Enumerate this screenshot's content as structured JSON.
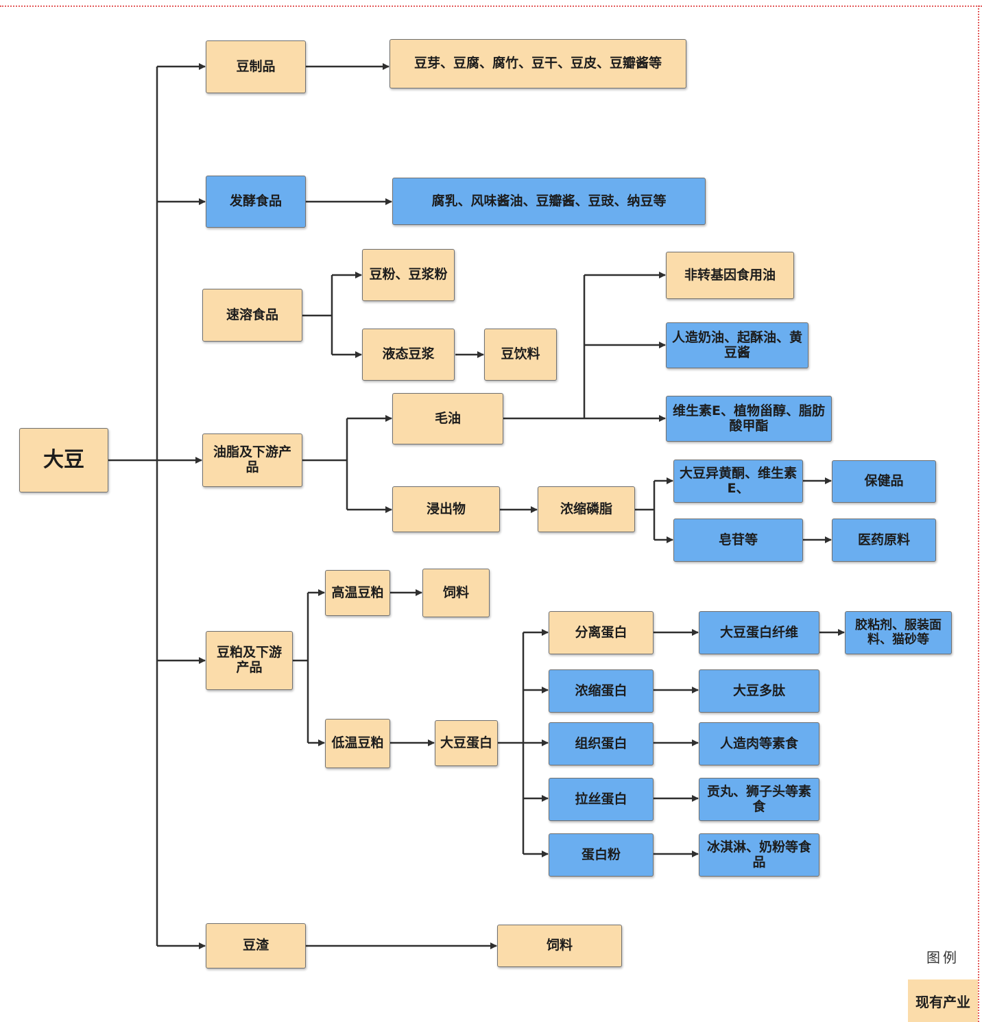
{
  "nodes": {
    "dadou": "大豆",
    "douzhipin": "豆制品",
    "douzhipin_products": "豆芽、豆腐、腐竹、豆干、豆皮、豆瓣酱等",
    "fajiao": "发酵食品",
    "fajiao_products": "腐乳、风味酱油、豆瓣酱、豆豉、纳豆等",
    "surong": "速溶食品",
    "doufen": "豆粉、豆浆粉",
    "yetai": "液态豆浆",
    "douyinliao": "豆饮料",
    "youzhi": "油脂及下游产品",
    "maoyou": "毛油",
    "feizhuanjiyin": "非转基因食用油",
    "renzao_naiyou": "人造奶油、起酥油、黄豆酱",
    "weishengsu": "维生素E、植物甾醇、脂肪酸甲酯",
    "jinchuwu": "浸出物",
    "nongsuo_linzhi": "浓缩磷脂",
    "yihuangtong": "大豆异黄酮、维生素E、",
    "zaogan": "皂苷等",
    "baojianpin": "保健品",
    "yiyao": "医药原料",
    "doupo": "豆粕及下游产品",
    "gaowen": "高温豆粕",
    "siliao1": "饲料",
    "diwen": "低温豆粕",
    "dadou_danbai": "大豆蛋白",
    "fenli": "分离蛋白",
    "xianwei": "大豆蛋白纤维",
    "jiaonian": "胶粘剂、服装面料、猫砂等",
    "nongsuo_danbai": "浓缩蛋白",
    "duotai": "大豆多肽",
    "zuzhi": "组织蛋白",
    "renzaorou": "人造肉等素食",
    "lasi": "拉丝蛋白",
    "gongwan": "贡丸、狮子头等素食",
    "danbaifen": "蛋白粉",
    "bingqilin": "冰淇淋、奶粉等食品",
    "douzha": "豆渣",
    "siliao2": "饲料"
  },
  "legend": {
    "title": "图例",
    "existing_industry": "现有产业"
  },
  "colors": {
    "existing": "#fbdcaa",
    "other": "#6aaef0",
    "line": "#2f2f2f"
  }
}
